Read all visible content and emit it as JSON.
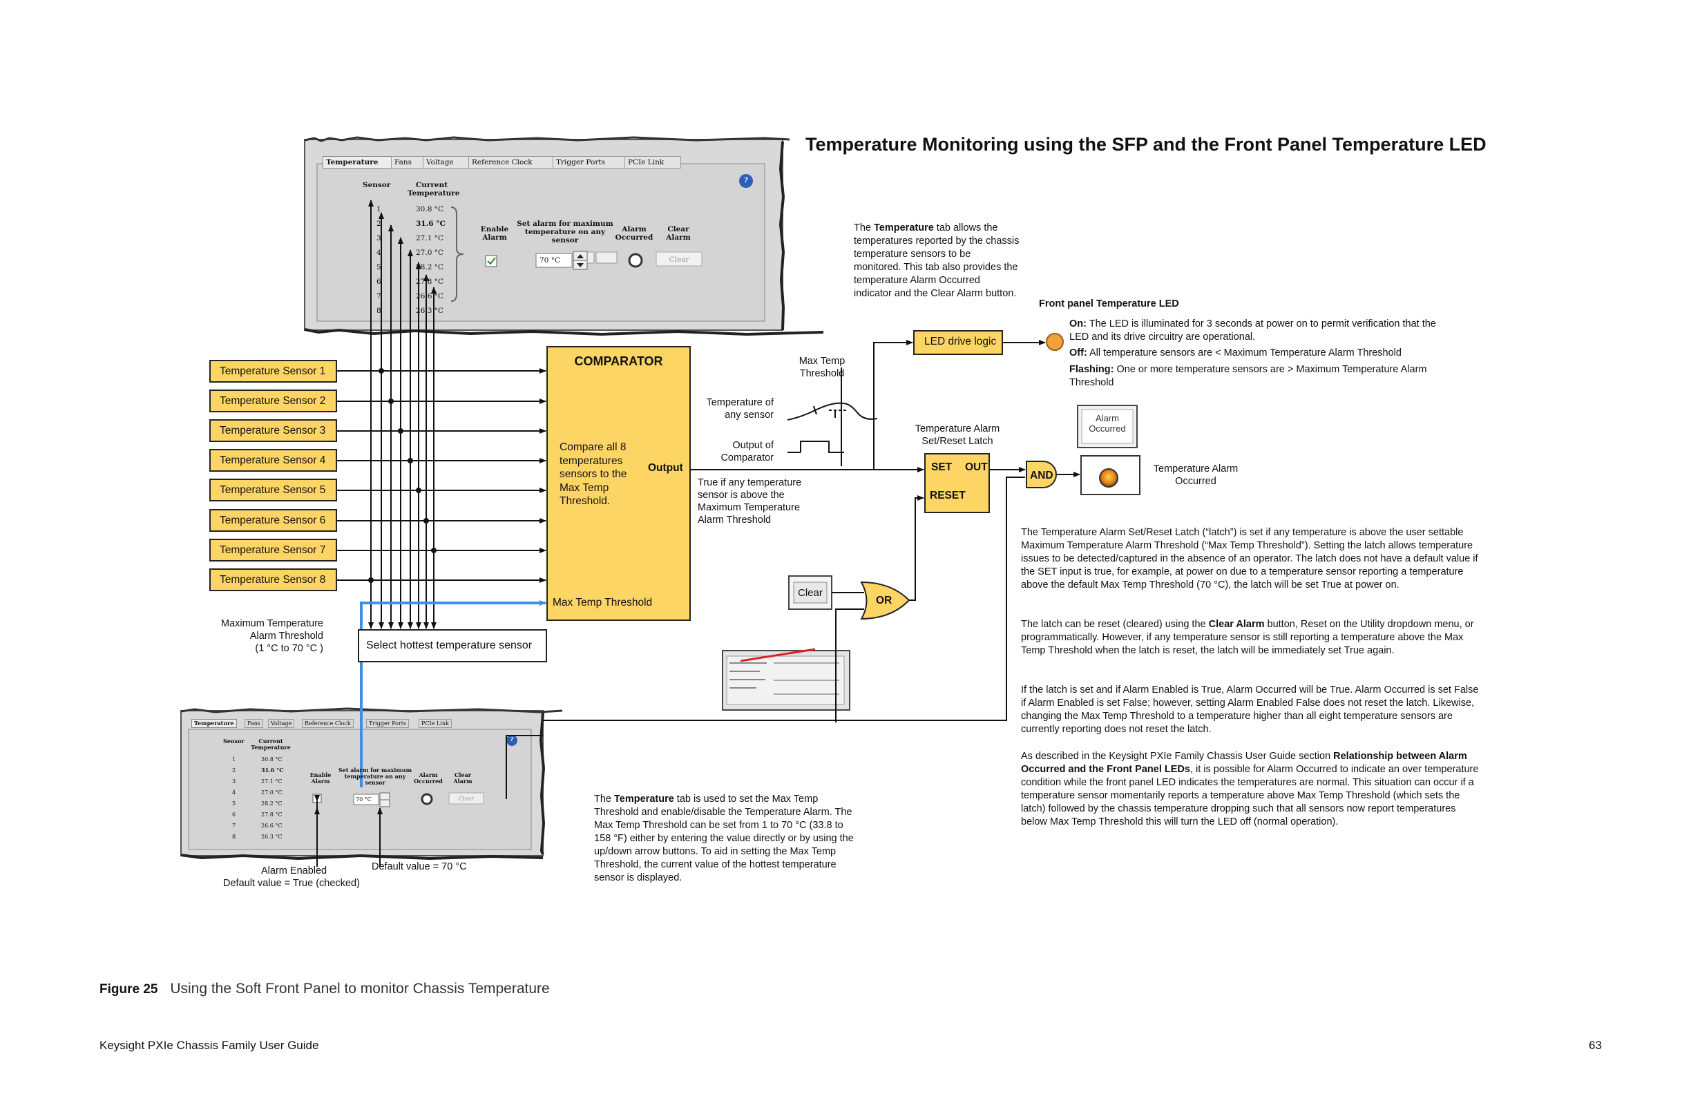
{
  "heading": "Temperature Monitoring using the SFP and the Front Panel Temperature LED",
  "sensors": [
    "Temperature Sensor 1",
    "Temperature Sensor 2",
    "Temperature Sensor 3",
    "Temperature Sensor 4",
    "Temperature Sensor 5",
    "Temperature Sensor 6",
    "Temperature Sensor 7",
    "Temperature Sensor 8"
  ],
  "comparator": {
    "title": "COMPARATOR",
    "body": "Compare all 8 temperatures sensors to the Max Temp Threshold.",
    "output": "Output",
    "threshold_input": "Max Temp Threshold"
  },
  "labels": {
    "max_temp_threshold_top": "Max Temp Threshold",
    "temp_any_sensor": "Temperature of any sensor",
    "output_of_comparator": "Output of Comparator",
    "true_if_any": "True if any temperature sensor is above the Maximum Temperature Alarm Threshold",
    "led_drive_logic": "LED drive logic",
    "latch_title": "Temperature Alarm Set/Reset Latch",
    "set": "SET",
    "out": "OUT",
    "reset": "RESET",
    "and": "AND",
    "or": "OR",
    "clear": "Clear",
    "alarm_occurred_btn": "Alarm Occurred",
    "temp_alarm_occurred": "Temperature Alarm Occurred",
    "select_hottest": "Select hottest temperature sensor",
    "max_alarm_threshold": "Maximum Temperature Alarm Threshold",
    "range": "(1 °C to 70 °C )",
    "alarm_enabled": "Alarm Enabled",
    "alarm_enabled_default": "Default value = True (checked)",
    "default_70": "Default value = 70 °C"
  },
  "sfp_window": {
    "tabs": [
      "Temperature",
      "Fans",
      "Voltage",
      "Reference Clock",
      "Trigger Ports",
      "PCIe Link"
    ],
    "col_sensor": "Sensor",
    "col_current": "Current Temperature",
    "sensor_numbers": [
      "1",
      "2",
      "3",
      "4",
      "5",
      "6",
      "7",
      "8"
    ],
    "temps_top": [
      "30.8 °C",
      "31.6 °C",
      "27.1 °C",
      "27.0 °C",
      "28.2 °C",
      "27.8 °C",
      "26.6 °C",
      "26.3 °C"
    ],
    "temps_bottom": [
      "30.8 °C",
      "31.6 °C",
      "27.1 °C",
      "27.0 °C",
      "28.2 °C",
      "27.8 °C",
      "26.6 °C",
      "26.3 °C"
    ],
    "enable_alarm": "Enable Alarm",
    "set_alarm": "Set alarm for maximum temperature on any sensor",
    "alarm_occurred": "Alarm Occurred",
    "clear_alarm": "Clear Alarm",
    "threshold_value": "70 °C",
    "clear_btn": "Clear",
    "help": "?"
  },
  "text": {
    "temperature_tab_intro": "The **Temperature** tab allows the temperatures reported by the chassis temperature sensors to be monitored. This tab also provides the temperature Alarm Occurred indicator and the Clear Alarm button.",
    "front_led_title": "Front panel Temperature LED",
    "led_on_label": "On:",
    "led_on": "The LED is illuminated for 3 seconds at power on to permit verification that the LED and its drive circuitry are operational.",
    "led_off_label": "Off:",
    "led_off": "All temperature sensors are  <  Maximum Temperature Alarm Threshold",
    "led_flash_label": "Flashing:",
    "led_flash": "One or more temperature sensors  are  >  Maximum Temperature Alarm Threshold",
    "latch_para": "The Temperature Alarm Set/Reset Latch (“latch”) is set if any temperature is above the user settable Maximum Temperature Alarm Threshold (“Max Temp Threshold”). Setting the latch allows temperature issues to be detected/captured in the absence of an operator. The latch does not have a default value   if the SET input is true, for example, at power on due to a temperature sensor reporting a temperature above the default Max Temp Threshold (70 °C), the latch will be set True at power on.",
    "reset_para": "The latch can be reset (cleared) using the **Clear Alarm** button, Reset on the Utility dropdown menu, or programmatically. However, if any temperature sensor is still reporting a temperature above the Max Temp Threshold when the latch is reset, the latch will be immediately set True again.",
    "enabled_para": "If the latch is set and if Alarm Enabled is True, Alarm Occurred will be True. Alarm Occurred is set False if Alarm Enabled is set False; however, setting Alarm Enabled False does not reset the latch. Likewise, changing the Max Temp Threshold to a temperature higher than all eight temperature sensors are currently reporting does not reset the latch.",
    "guide_para": "As described in the Keysight PXIe Family Chassis User Guide section **Relationship between Alarm Occurred and the Front Panel LEDs**, it is possible for Alarm Occurred to indicate an over temperature condition while the front panel LED indicates the temperatures are normal. This situation can occur if a temperature sensor momentarily reports a temperature above Max Temp Threshold (which sets the latch) followed by the chassis temperature dropping such that all sensors now report temperatures below Max Temp Threshold    this will turn the LED off (normal operation).",
    "bottom_para": "The **Temperature** tab is used to set the Max Temp Threshold and enable/disable the Temperature Alarm. The Max Temp Threshold can be set from 1 to 70 °C (33.8 to 158 °F) either by entering the value directly or by using the up/down arrow buttons. To aid in setting the Max Temp Threshold, the current value of the hottest temperature sensor is displayed."
  },
  "figure": {
    "label": "Figure 25",
    "caption": "Using the Soft Front Panel to monitor Chassis Temperature"
  },
  "footer": {
    "guide": "Keysight PXIe Chassis Family User Guide",
    "page": "63"
  },
  "colors": {
    "box_yellow": "#fdd565",
    "box_border": "#222222",
    "blue_line": "#3d8fe0",
    "led_orange": "#f2a23a",
    "panel_gray": "#d8d8d8"
  }
}
